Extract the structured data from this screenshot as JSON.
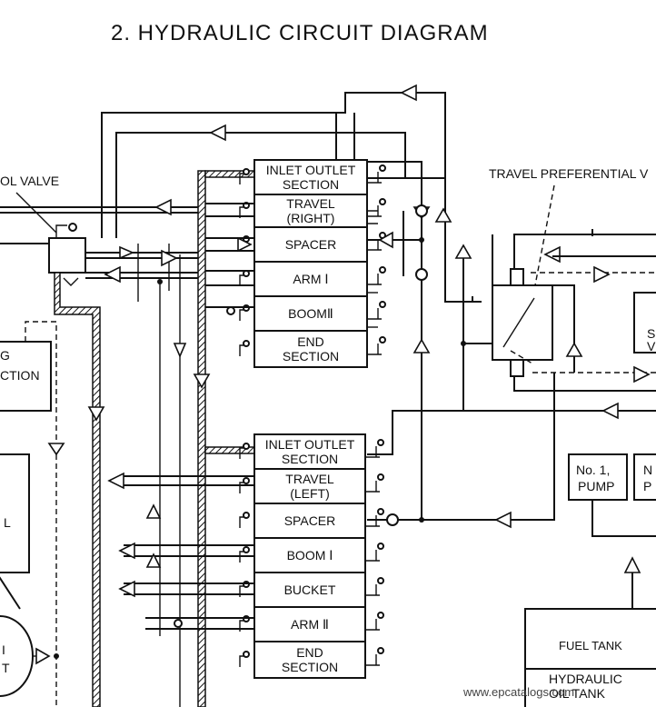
{
  "title": "2.   HYDRAULIC CIRCUIT DIAGRAM",
  "labels": {
    "control_valve": "OL VALVE",
    "travel_pref": "TRAVEL PREFERENTIAL V",
    "swing_line1": "G",
    "swing_line2": "CTION",
    "motor_left": "L",
    "motor_i": "I",
    "motor_t": "T"
  },
  "upper_valve": [
    [
      "INLET OUTLET",
      "SECTION"
    ],
    [
      "TRAVEL",
      "(RIGHT)"
    ],
    [
      "SPACER"
    ],
    [
      "ARM Ⅰ"
    ],
    [
      "BOOMⅡ"
    ],
    [
      "END",
      "SECTION"
    ]
  ],
  "lower_valve": [
    [
      "INLET OUTLET",
      "SECTION"
    ],
    [
      "TRAVEL",
      "(LEFT)"
    ],
    [
      "SPACER"
    ],
    [
      "BOOM Ⅰ"
    ],
    [
      "BUCKET"
    ],
    [
      "ARM Ⅱ"
    ],
    [
      "END",
      "SECTION"
    ]
  ],
  "pump1": [
    "No. 1,",
    "PUMP"
  ],
  "pump2": [
    "N",
    "P"
  ],
  "right_partial": [
    "S",
    "V"
  ],
  "fuel_tank": "FUEL TANK",
  "hydraulic_tank": [
    "HYDRAULIC",
    "OIL TANK"
  ],
  "watermark": "www.epcatalogs.com"
}
